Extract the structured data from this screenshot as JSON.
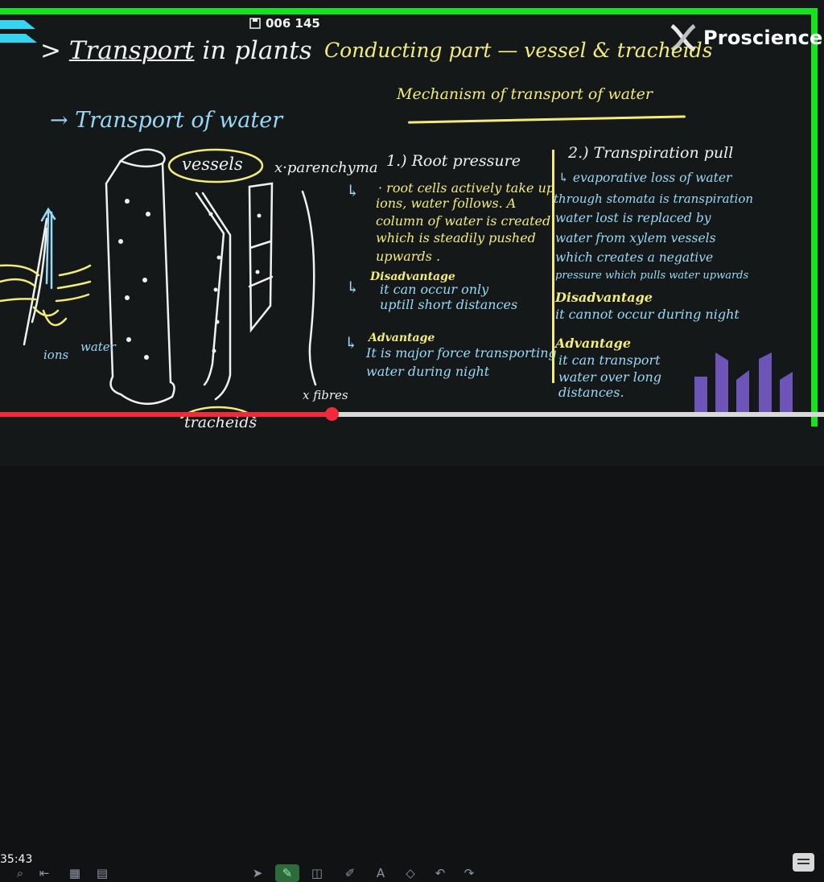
{
  "header": {
    "counter": "006 145",
    "brand": "Proscience"
  },
  "board": {
    "title_prefix": ">",
    "title_underlined": "Transport",
    "title_rest": "in plants",
    "subtitle": "→ Transport of water",
    "conducting_part": "Conducting part — vessel & tracheids",
    "mechanism_heading": "Mechanism of transport of water",
    "diagram": {
      "vessels_label": "vessels",
      "parenchyma_label": "x·parenchyma",
      "tracheids_label": "tracheids",
      "fibres_label": "x fibres",
      "ions_label": "ions",
      "water_label": "water"
    },
    "root_pressure": {
      "heading": "1.) Root pressure",
      "body": [
        "· root cells actively take up",
        "ions, water follows. A",
        "column of water is created",
        "which is steadily pushed",
        "upwards ."
      ],
      "disadvantage_heading": "Disadvantage",
      "disadvantage_body": [
        "it can occur only",
        "uptill short distances"
      ],
      "advantage_heading": "Advantage",
      "advantage_body": [
        "It is major force transporting",
        "water during night"
      ]
    },
    "transpiration_pull": {
      "heading": "2.) Transpiration pull",
      "body": [
        "↳ evaporative loss of water",
        "through stomata is transpiration",
        "water lost is replaced by",
        "water from xylem vessels",
        "which creates a negative",
        "pressure which pulls water upwards"
      ],
      "disadvantage_heading": "Disadvantage",
      "disadvantage_body": [
        "it cannot occur during night"
      ],
      "advantage_heading": "Advantage",
      "advantage_body": [
        "it can transport",
        "water over long",
        "distances."
      ]
    }
  },
  "player": {
    "time": "35:43",
    "progress": 0.4,
    "played_color": "#ee2a3b"
  },
  "colors": {
    "frame": "#19e11f",
    "chalk_yellow": "#f3ec7b",
    "chalk_blue": "#9ad9f6",
    "chalk_white": "#f1f1f1"
  }
}
